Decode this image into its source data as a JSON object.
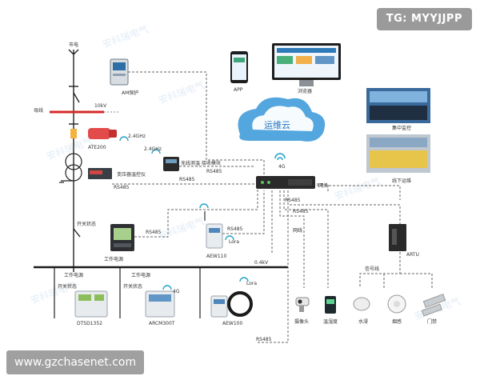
{
  "badges": {
    "telegram": "TG: MYYJJPP",
    "website": "www.gzchasenet.com"
  },
  "watermark": "安科瑞电气",
  "grid": {
    "mains": "市电",
    "busbar": "母线",
    "voltage_10kv": "10kV",
    "voltage_04kv": "0.4kV",
    "relay": "AM保护",
    "temp_sensor": "ATE200",
    "wireless_receiver": "无线测温\n接收模块",
    "transformer_controller": "变压器温控仪",
    "freq_24g_a": "2.4GHz",
    "freq_24g_b": "2.4GHz",
    "switch_status_a": "开关状态",
    "power_meter": "工作电源",
    "power_supply_a": "工作电源",
    "power_supply_b": "工作电源",
    "switch_status_b": "开关状态",
    "switch_status_c": "开关状态",
    "dtsd": "DTSD1352",
    "arcm": "ARCM300T",
    "aew100": "AEW100",
    "aew110": "AEW110",
    "lora_a": "Lora",
    "lora_b": "Lora",
    "signal_4g_b": "4G"
  },
  "cloud": {
    "label": "运维云",
    "app": "APP",
    "browser": "浏览器",
    "signal_4g": "4G"
  },
  "gateway": {
    "label": "网关",
    "rs485_labels": [
      "RS485",
      "RS485",
      "RS485",
      "RS485",
      "RS485",
      "RS485",
      "RS485",
      "RS485"
    ],
    "network": "网线"
  },
  "photos": {
    "center": "集中监控",
    "offline": "线下运维"
  },
  "devices": {
    "artu": "ARTU",
    "signal_line": "信号线",
    "camera": "摄像头",
    "humidity": "温湿度",
    "water": "水浸",
    "smoke": "烟感",
    "door": "门禁"
  }
}
